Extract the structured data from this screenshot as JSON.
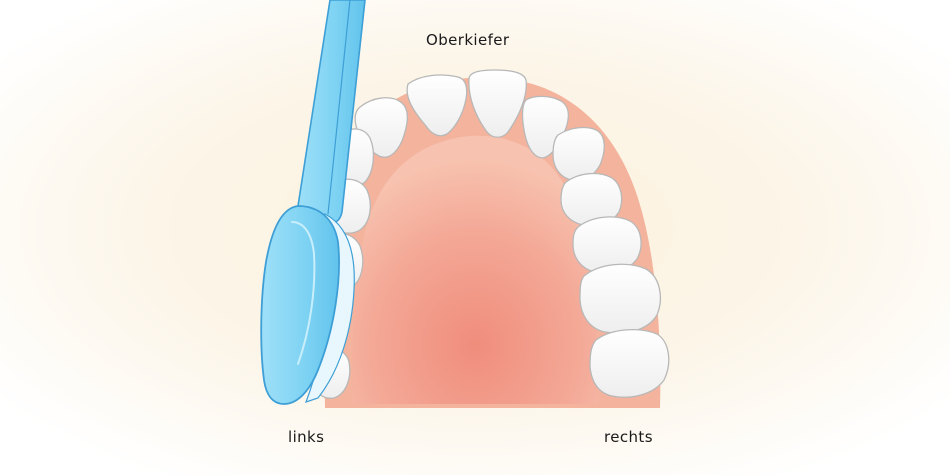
{
  "labels": {
    "top": "Oberkiefer",
    "left": "links",
    "right": "rechts"
  },
  "colors": {
    "background_glow": "#fbf1dc",
    "gum_outer": "#f4b39c",
    "palate_center": "#f08d7d",
    "tooth_fill": "#ffffff",
    "tooth_outline": "#b8b8b8",
    "brush_fill": "#7fd3f3",
    "brush_outline": "#3d9fd6"
  },
  "icons": [
    "toothbrush-icon",
    "upper-jaw-illustration"
  ]
}
